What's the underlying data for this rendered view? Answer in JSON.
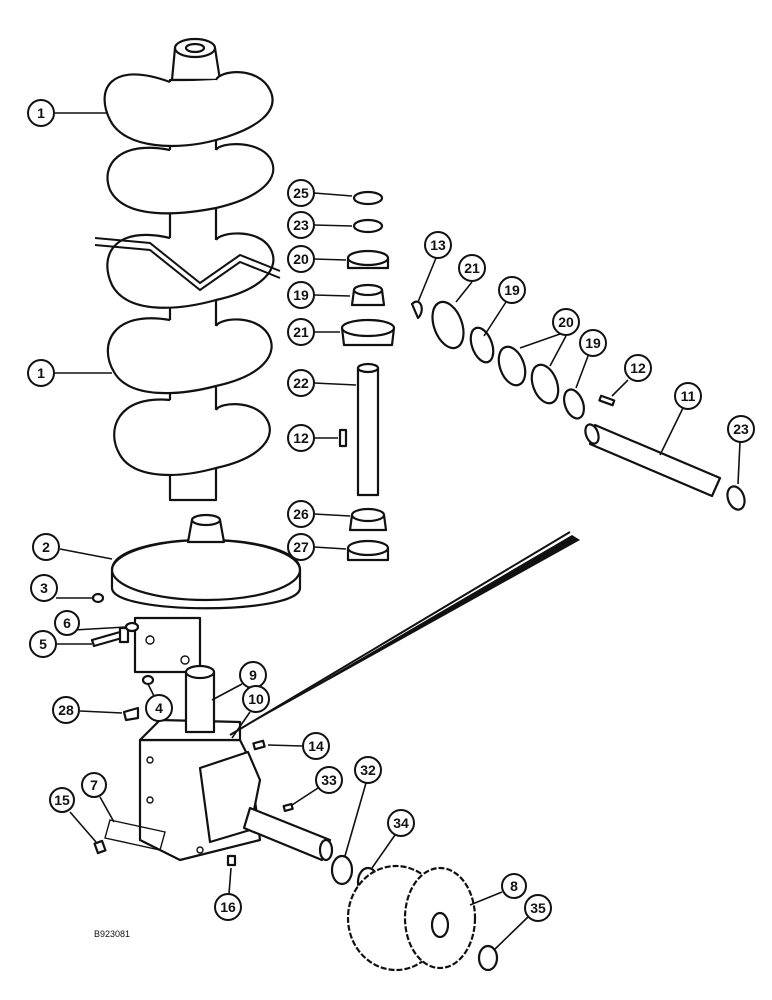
{
  "drawing_code": "B923081",
  "callouts": [
    {
      "id": "c1a",
      "label": "1"
    },
    {
      "id": "c1b",
      "label": "1"
    },
    {
      "id": "c2",
      "label": "2"
    },
    {
      "id": "c3",
      "label": "3"
    },
    {
      "id": "c4",
      "label": "4"
    },
    {
      "id": "c5",
      "label": "5"
    },
    {
      "id": "c6",
      "label": "6"
    },
    {
      "id": "c7",
      "label": "7"
    },
    {
      "id": "c8",
      "label": "8"
    },
    {
      "id": "c9",
      "label": "9"
    },
    {
      "id": "c10",
      "label": "10"
    },
    {
      "id": "c11",
      "label": "11"
    },
    {
      "id": "c12a",
      "label": "12"
    },
    {
      "id": "c12b",
      "label": "12"
    },
    {
      "id": "c13",
      "label": "13"
    },
    {
      "id": "c14",
      "label": "14"
    },
    {
      "id": "c15",
      "label": "15"
    },
    {
      "id": "c16",
      "label": "16"
    },
    {
      "id": "c19a",
      "label": "19"
    },
    {
      "id": "c19b",
      "label": "19"
    },
    {
      "id": "c19c",
      "label": "19"
    },
    {
      "id": "c20a",
      "label": "20"
    },
    {
      "id": "c20b",
      "label": "20"
    },
    {
      "id": "c21a",
      "label": "21"
    },
    {
      "id": "c21b",
      "label": "21"
    },
    {
      "id": "c22",
      "label": "22"
    },
    {
      "id": "c23a",
      "label": "23"
    },
    {
      "id": "c23b",
      "label": "23"
    },
    {
      "id": "c25",
      "label": "25"
    },
    {
      "id": "c26",
      "label": "26"
    },
    {
      "id": "c27",
      "label": "27"
    },
    {
      "id": "c28",
      "label": "28"
    },
    {
      "id": "c32",
      "label": "32"
    },
    {
      "id": "c33",
      "label": "33"
    },
    {
      "id": "c34",
      "label": "34"
    },
    {
      "id": "c35",
      "label": "35"
    }
  ]
}
